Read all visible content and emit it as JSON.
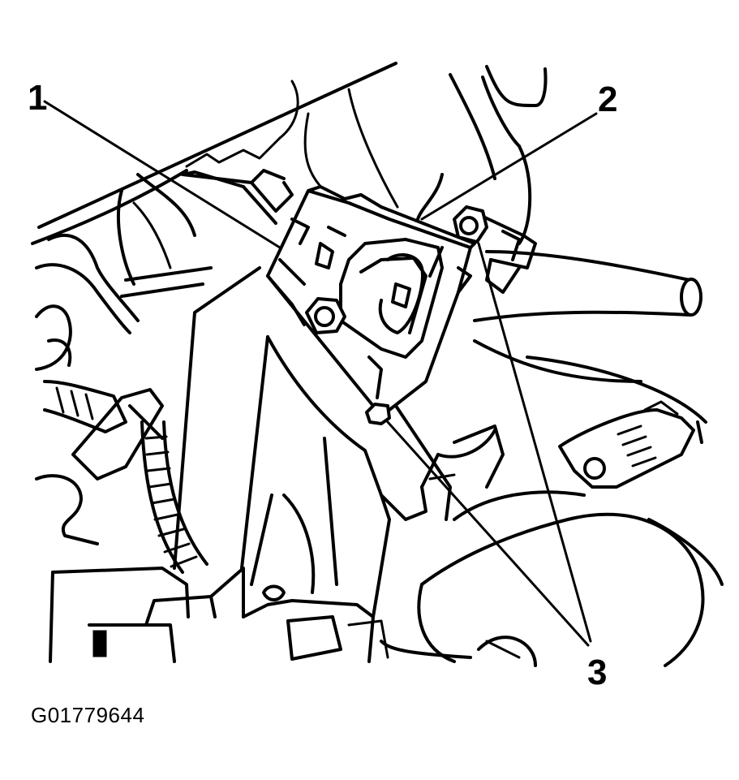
{
  "diagram": {
    "callouts": [
      {
        "id": "1",
        "label": "1"
      },
      {
        "id": "2",
        "label": "2"
      },
      {
        "id": "3",
        "label": "3"
      }
    ],
    "figure_id": "G01779644"
  }
}
